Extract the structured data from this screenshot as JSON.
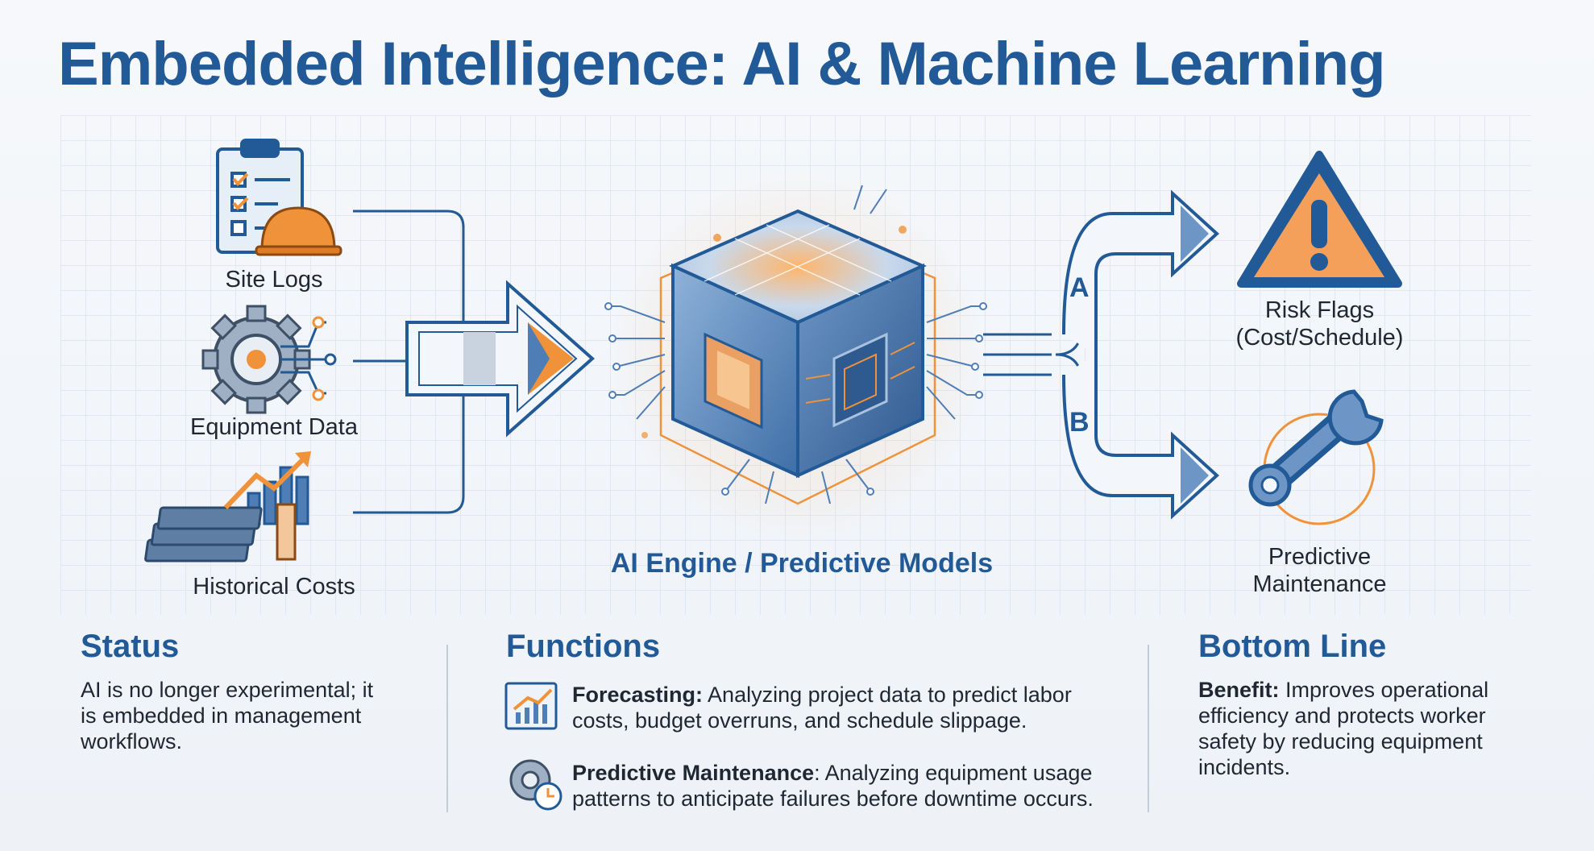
{
  "title": "Embedded Intelligence: AI & Machine Learning",
  "inputs": [
    {
      "label": "Site Logs",
      "icon": "clipboard-hardhat-icon"
    },
    {
      "label": "Equipment Data",
      "icon": "gear-data-icon"
    },
    {
      "label": "Historical Costs",
      "icon": "money-chart-icon"
    }
  ],
  "engine": {
    "label": "AI Engine / Predictive Models",
    "icon": "ai-cube-icon"
  },
  "outputs": [
    {
      "letter": "A",
      "label_line1": "Risk Flags",
      "label_line2": "(Cost/Schedule)",
      "icon": "warning-triangle-icon"
    },
    {
      "letter": "B",
      "label_line1": "Predictive",
      "label_line2": "Maintenance",
      "icon": "wrench-icon"
    }
  ],
  "status": {
    "heading": "Status",
    "lines": [
      "AI is no longer experimental; it",
      "is embedded in management",
      "workflows."
    ]
  },
  "functions": {
    "heading": "Functions",
    "items": [
      {
        "title": "Forecasting:",
        "line1": " Analyzing project data to predict labor",
        "line2": "costs, budget overruns, and schedule slippage.",
        "icon": "forecast-chart-icon"
      },
      {
        "title": "Predictive Maintenance",
        "line1": ": Analyzing equipment usage",
        "line2": "patterns to anticipate failures before downtime occurs.",
        "icon": "gear-clock-icon"
      }
    ]
  },
  "bottom_line": {
    "heading": "Bottom Line",
    "label": "Benefit:",
    "line1": " Improves operational",
    "lines": [
      "efficiency and protects worker",
      "safety by reducing equipment",
      "incidents."
    ]
  },
  "colors": {
    "primary": "#215a96",
    "accent": "#f0923a",
    "text": "#1f2733"
  }
}
